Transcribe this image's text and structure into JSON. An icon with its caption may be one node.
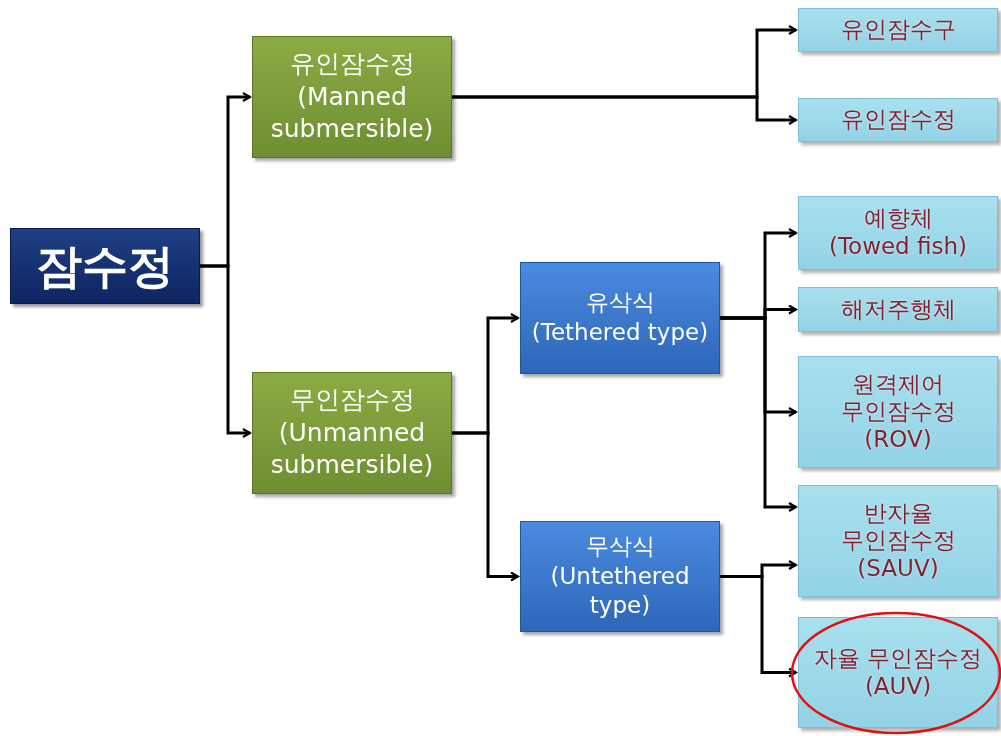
{
  "diagram": {
    "nodes": [
      {
        "text": [
          "잠수정"
        ]
      },
      {
        "text": [
          "유인잠수정",
          "(Manned submersible)"
        ]
      },
      {
        "text": [
          "무인잠수정",
          "(Unmanned submersible)"
        ]
      },
      {
        "text": [
          "유삭식",
          "(Tethered type)"
        ]
      },
      {
        "text": [
          "무삭식",
          "(Untethered type)"
        ]
      },
      {
        "text": [
          "유인잠수구"
        ]
      },
      {
        "text": [
          "유인잠수정"
        ]
      },
      {
        "text": [
          "예향체",
          "(Towed fish)"
        ]
      },
      {
        "text": [
          "해저주행체"
        ]
      },
      {
        "text": [
          "원격제어 무인잠수정",
          "(ROV)"
        ]
      },
      {
        "text": [
          "반자율 무인잠수정",
          "(SAUV)"
        ]
      },
      {
        "text": [
          "자율 무인잠수정",
          "(AUV)"
        ]
      }
    ],
    "edges": [
      {
        "from": 0,
        "to": 1,
        "arrow": "to"
      },
      {
        "from": 0,
        "to": 2,
        "arrow": "to"
      },
      {
        "from": 1,
        "to": 5,
        "arrow": "to"
      },
      {
        "from": 1,
        "to": 6,
        "arrow": "to"
      },
      {
        "from": 2,
        "to": 3,
        "arrow": "to"
      },
      {
        "from": 2,
        "to": 4,
        "arrow": "to"
      },
      {
        "from": 3,
        "to": 7,
        "arrow": "to"
      },
      {
        "from": 3,
        "to": 8,
        "arrow": "to"
      },
      {
        "from": 3,
        "to": 9,
        "arrow": "to"
      },
      {
        "from": 3,
        "to": 10,
        "arrow": "to"
      },
      {
        "from": 4,
        "to": 10,
        "arrow": "to"
      },
      {
        "from": 4,
        "to": 11,
        "arrow": "to"
      }
    ]
  }
}
